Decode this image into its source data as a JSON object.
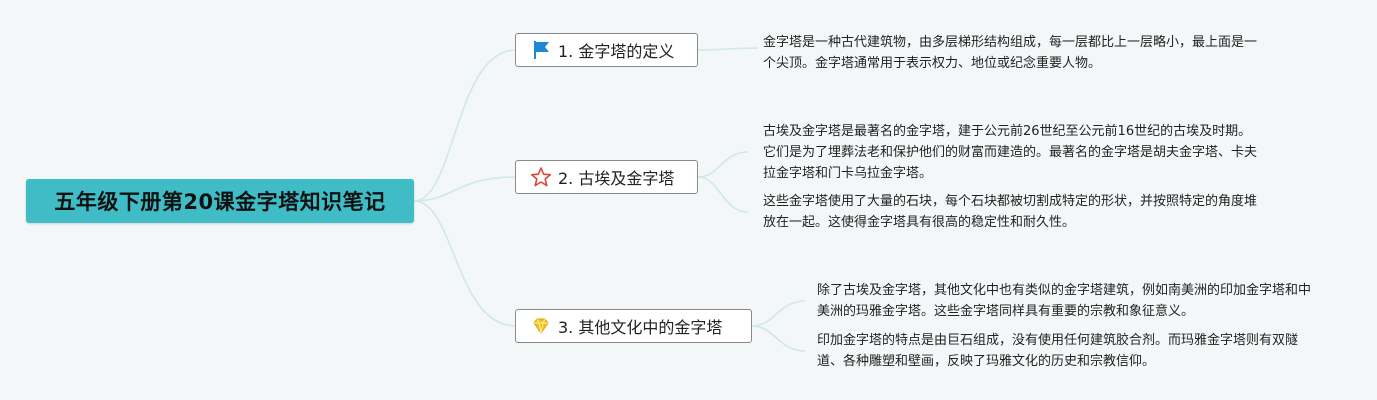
{
  "title": "五年级下册第20课金字塔知识笔记",
  "branches": [
    {
      "label": "1. 金字塔的定义",
      "icon": "blue-flag-icon",
      "notes": [
        "金字塔是一种古代建筑物，由多层梯形结构组成，每一层都比上一层略小，最上面是一个尖顶。金字塔通常用于表示权力、地位或纪念重要人物。"
      ]
    },
    {
      "label": "2. 古埃及金字塔",
      "icon": "red-star-outline-icon",
      "notes": [
        "古埃及金字塔是最著名的金字塔，建于公元前26世纪至公元前16世纪的古埃及时期。它们是为了埋葬法老和保护他们的财富而建造的。最著名的金字塔是胡夫金字塔、卡夫拉金字塔和门卡乌拉金字塔。",
        "这些金字塔使用了大量的石块，每个石块都被切割成特定的形状，并按照特定的角度堆放在一起。这使得金字塔具有很高的稳定性和耐久性。"
      ]
    },
    {
      "label": "3. 其他文化中的金字塔",
      "icon": "yellow-diamond-icon",
      "notes": [
        "除了古埃及金字塔，其他文化中也有类似的金字塔建筑，例如南美洲的印加金字塔和中美洲的玛雅金字塔。这些金字塔同样具有重要的宗教和象征意义。",
        "印加金字塔的特点是由巨石组成，没有使用任何建筑胶合剂。而玛雅金字塔则有双隧道、各种雕塑和壁画，反映了玛雅文化的历史和宗教信仰。"
      ]
    }
  ],
  "colors": {
    "background": "#f4f7f8",
    "root_fill": "#3fbcc6",
    "connector": "#cfe8ea",
    "branch_border": "#8a8a8a",
    "flag": "#1e88d6",
    "star": "#e0453a",
    "diamond": "#f2c21a"
  }
}
